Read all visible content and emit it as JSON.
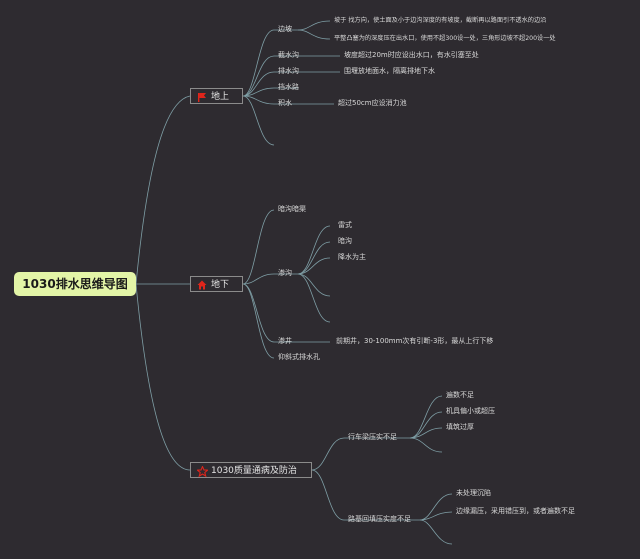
{
  "root": {
    "title": "1030排水思维导图"
  },
  "branches": {
    "above": {
      "label": "地上",
      "icon": "red-flag-icon",
      "items": {
        "bianpo": {
          "label": "边坡",
          "children": [
            "坡于 找方向，使土面及小于边沟深度的有坡度，截断再以路面引不透水的边沿",
            "平整凸塞为的深度压在出水口，使用不超300设一处，三角形边坡不超200设一处"
          ]
        },
        "jieshuigou": {
          "label": "截水沟",
          "note": "坡度超过20m时应设出水口，有水引塞至处"
        },
        "paishuigou": {
          "label": "排水沟",
          "note": "围堰放地面水，隔离排地下水"
        },
        "tiaoshuiba": {
          "label": "挡水路"
        },
        "jishui": {
          "label": "积水",
          "note": "超过50cm应设消力池"
        }
      }
    },
    "below": {
      "label": "地下",
      "icon": "red-house-icon",
      "items": {
        "anmang": {
          "label": "暗沟暗渠"
        },
        "shengou": {
          "label": "渗沟",
          "children": [
            "雷式",
            "暗沟",
            "降水为主"
          ]
        },
        "shenjing": {
          "label": "渗井",
          "note": "前期井，30-100mm次有引断-3形，最从上行下移"
        },
        "yangchang": {
          "label": "仰斜式排水孔"
        }
      }
    },
    "quality": {
      "label": "1030质量通病及防治",
      "icon": "red-star-icon",
      "items": {
        "kongxi": {
          "label": "行车梁压实不足",
          "children": [
            "遍数不足",
            "机具偏小或超压",
            "填筑过厚"
          ]
        },
        "huanchong": {
          "label": "路基回填压实度不足",
          "children": [
            "未处理沉陷",
            "边缘漏压，采用错压到，或者遍数不足"
          ]
        }
      }
    }
  },
  "colors": {
    "background": "#2e2b30",
    "connector": "#7f9fa6",
    "root_fill": "#e3f5a7",
    "icon_red": "#e0251b"
  }
}
